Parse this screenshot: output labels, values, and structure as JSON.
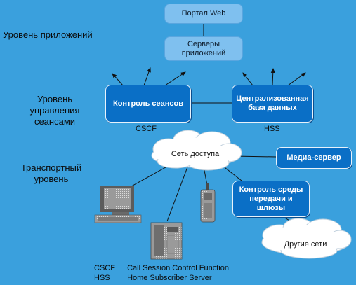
{
  "layers": {
    "application": "Уровень приложений",
    "session_line1": "Уровень",
    "session_line2": "управления",
    "session_line3": "сеансами",
    "transport_line1": "Транспортный",
    "transport_line2": "уровень"
  },
  "nodes": {
    "portal": "Портал Web",
    "app_servers_line1": "Серверы",
    "app_servers_line2": "приложений",
    "session_control": "Контроль сеансов",
    "central_db_line1": "Централизованная",
    "central_db_line2": "база данных",
    "cscf": "CSCF",
    "hss": "HSS",
    "access_network": "Сеть доступа",
    "media_server": "Медиа-сервер",
    "media_control_line1": "Контроль среды",
    "media_control_line2": "передачи и",
    "media_control_line3": "шлюзы",
    "other_networks": "Другие сети"
  },
  "legend": [
    {
      "abbr": "CSCF",
      "text": "Call Session Control Function"
    },
    {
      "abbr": "HSS",
      "text": "Home Subscriber Server"
    }
  ],
  "colors": {
    "background": "#3aa0dd",
    "box_light": "#7fc0ef",
    "box_dark": "#0a6fc6",
    "cloud": "#ffffff"
  },
  "icons": [
    "computer-icon",
    "phone-icon",
    "mobile-phone-icon"
  ]
}
